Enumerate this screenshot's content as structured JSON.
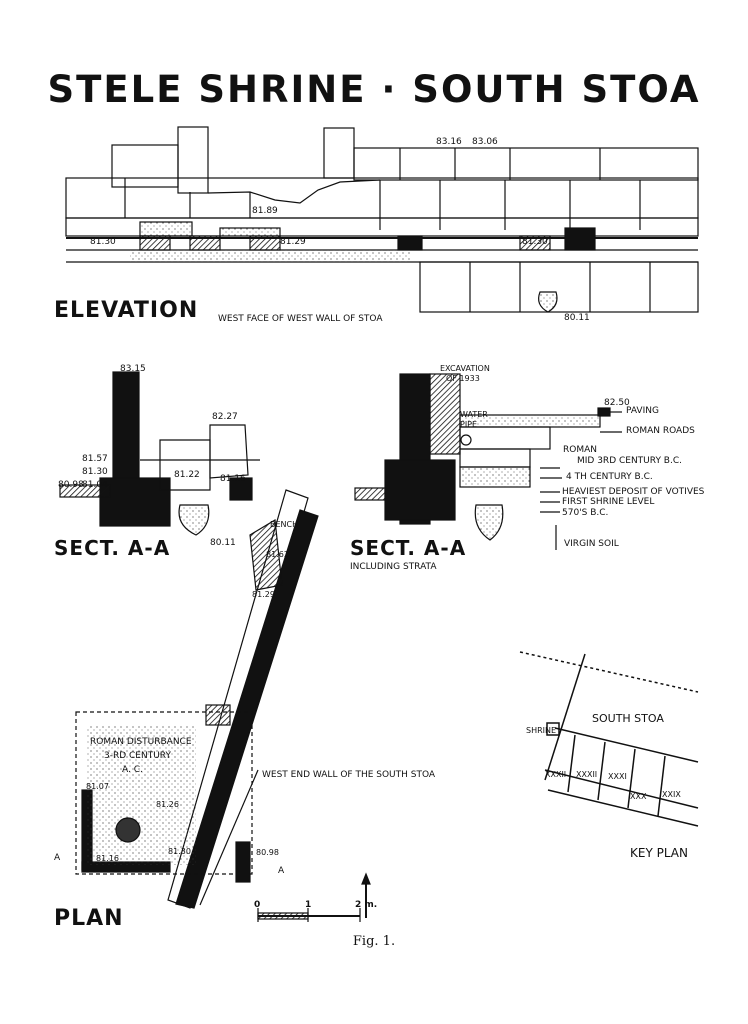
{
  "title": "STELE SHRINE · SOUTH STOA",
  "elevation": {
    "heading": "ELEVATION",
    "caption": "WEST FACE OF WEST WALL OF STOA",
    "levels": [
      "83.16",
      "83.06",
      "81.89",
      "81.30",
      "81.29",
      "81.30",
      "80.11"
    ]
  },
  "section_left": {
    "heading": "SECT. A-A",
    "levels": [
      "83.15",
      "82.27",
      "81.57",
      "81.30",
      "80.98",
      "81.04",
      "81.22",
      "81.16",
      "80.11"
    ]
  },
  "section_right": {
    "heading": "SECT. A-A",
    "subheading": "INCLUDING STRATA",
    "excavation": "EXCAVATION",
    "excavation_year": "OF 1933",
    "water": "WATER",
    "pipe": "PIPE",
    "level": "82.50",
    "strata": [
      "PAVING",
      "ROMAN ROADS",
      "ROMAN",
      "MID 3RD CENTURY B.C.",
      "4 TH CENTURY B.C.",
      "HEAVIEST DEPOSIT OF VOTIVES",
      "FIRST SHRINE LEVEL",
      "570'S B.C.",
      "VIRGIN SOIL"
    ]
  },
  "plan": {
    "heading": "PLAN",
    "bench": "BENCH",
    "roman_1": "ROMAN DISTURBANCE",
    "roman_2": "3-RD CENTURY",
    "roman_3": "A. C.",
    "wall_label": "WEST END WALL OF THE SOUTH STOA",
    "levels": [
      "81.62",
      "81.29",
      "81.07",
      "81.26",
      "81.16",
      "81.30",
      "80.98"
    ],
    "section_marker": "A",
    "scale": [
      "0",
      "1",
      "2 m."
    ]
  },
  "key_plan": {
    "heading": "KEY PLAN",
    "stoa": "SOUTH STOA",
    "shrine": "SHRINE",
    "rooms": [
      "XXXII",
      "XXXII",
      "XXXI",
      "XXX",
      "XXIX"
    ]
  },
  "figure": "Fig. 1."
}
